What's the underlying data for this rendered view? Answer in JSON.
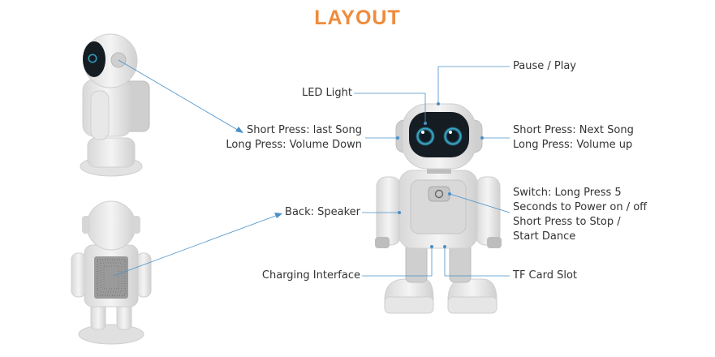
{
  "title": "LAYOUT",
  "colors": {
    "title": "#f08b3b",
    "leader_line": "#4a90c8",
    "robot_body": "#ececec",
    "robot_shade": "#c9c9c9",
    "eye_glow": "#3fb6d8"
  },
  "labels": {
    "pause_play": "Pause / Play",
    "led_light": "LED Light",
    "left_short": "Short Press: last Song",
    "left_long": "Long Press: Volume Down",
    "right_short": "Short Press: Next Song",
    "right_long": "Long Press: Volume up",
    "switch_1": "Switch: Long Press 5",
    "switch_2": "Seconds to Power on / off",
    "switch_3": "Short Press to Stop /",
    "switch_4": "Start Dance",
    "back_speaker": "Back: Speaker",
    "charging": "Charging Interface",
    "tf_card": "TF Card Slot"
  }
}
